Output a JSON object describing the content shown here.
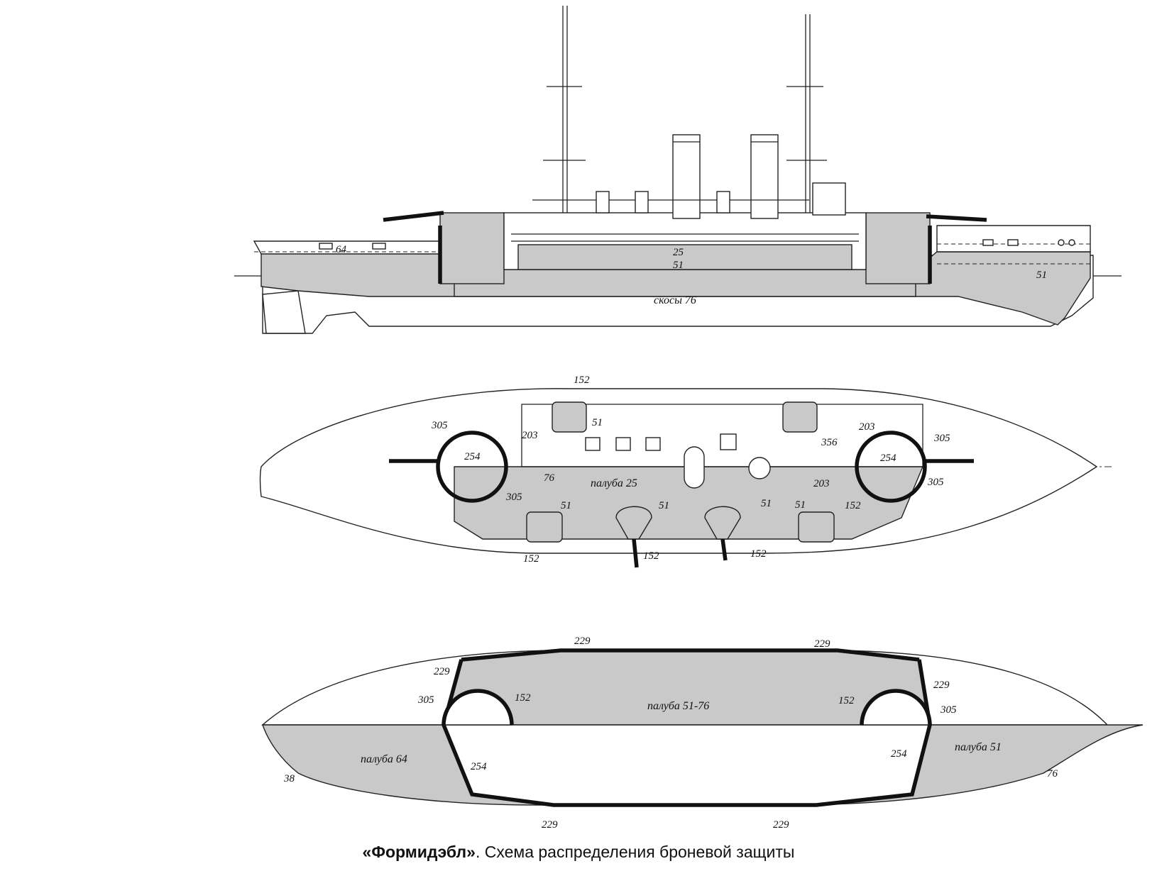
{
  "caption": {
    "ship_name": "«Формидэбл»",
    "description": ". Схема распределения броневой защиты"
  },
  "side_view": {
    "labels": [
      "64",
      "25",
      "51",
      "скосы 76",
      "51"
    ]
  },
  "deck_plan": {
    "labels": [
      "152",
      "51",
      "305",
      "203",
      "254",
      "76",
      "палуба 25",
      "305",
      "51",
      "152",
      "51",
      "152",
      "51",
      "152",
      "203",
      "356",
      "254",
      "203",
      "305",
      "305",
      "51",
      "152"
    ]
  },
  "lower_plan": {
    "labels": [
      "229",
      "229",
      "229",
      "305",
      "152",
      "палуба 51-76",
      "152",
      "229",
      "305",
      "палуба 64",
      "254",
      "38",
      "254",
      "палуба 51",
      "76",
      "229",
      "229"
    ]
  },
  "colors": {
    "armor_fill": "#c9c9c9",
    "line": "#222222",
    "background": "#ffffff"
  }
}
